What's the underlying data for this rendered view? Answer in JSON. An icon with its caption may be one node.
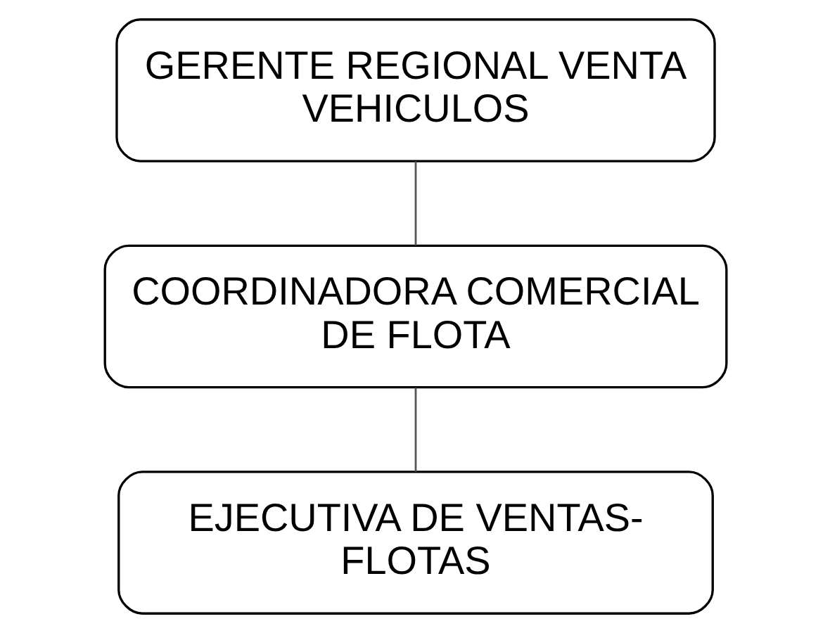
{
  "diagram": {
    "nodes": [
      {
        "text": [
          "GERENTE REGIONAL VENTA VEHICULOS"
        ]
      },
      {
        "text": [
          "COORDINADORA COMERCIAL DE FLOTA"
        ]
      },
      {
        "text": [
          "EJECUTIVA DE VENTAS- FLOTAS"
        ]
      }
    ],
    "edges": [
      {
        "from": 0,
        "to": 1,
        "arrow": "none"
      },
      {
        "from": 1,
        "to": 2,
        "arrow": "none"
      }
    ]
  }
}
